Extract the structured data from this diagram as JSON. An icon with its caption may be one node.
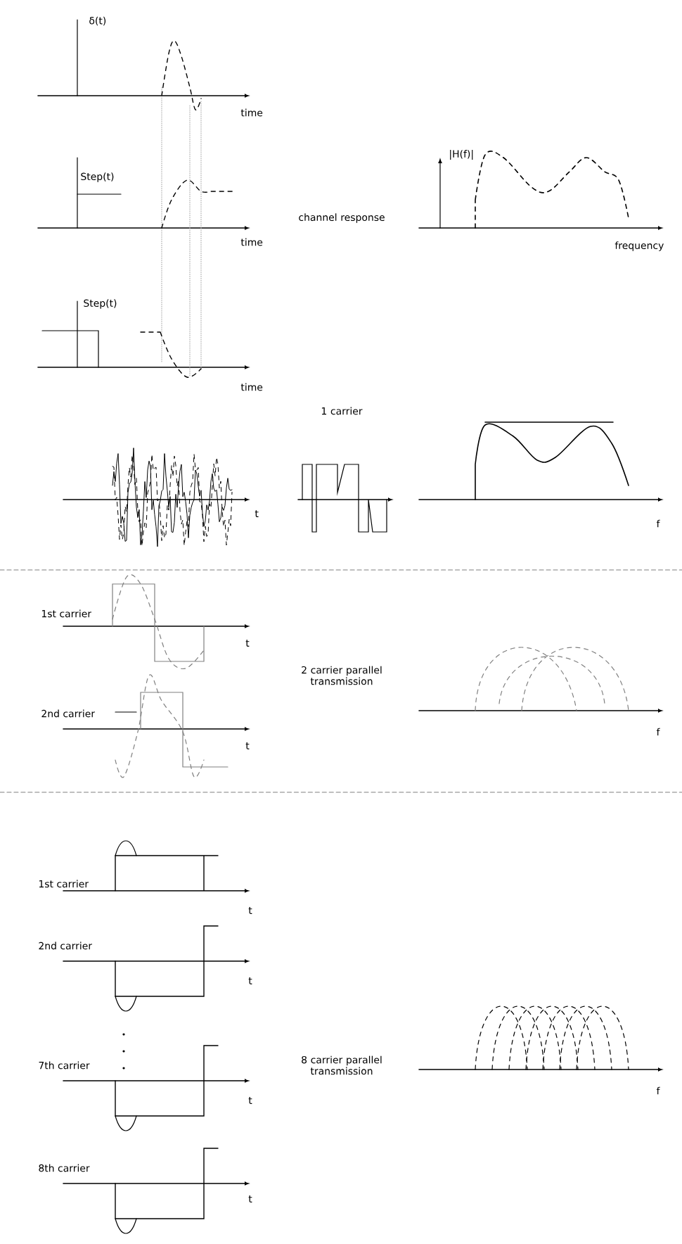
{
  "diagram": {
    "labels": [
      "δ(t)",
      "time",
      "Step(t)",
      "channel response",
      "|H(f)|",
      "time",
      "frequency",
      "Step(t)",
      "time",
      "1 carrier",
      "t",
      "f",
      "1st carrier",
      "t",
      "2 carrier parallel transmission",
      "2nd carrier",
      "t",
      "f",
      "1st carrier",
      "t",
      "2nd carrier",
      "t",
      "8 carrier parallel transmission",
      "7th carrier",
      "t",
      "f",
      "8th carrier",
      "t"
    ]
  }
}
